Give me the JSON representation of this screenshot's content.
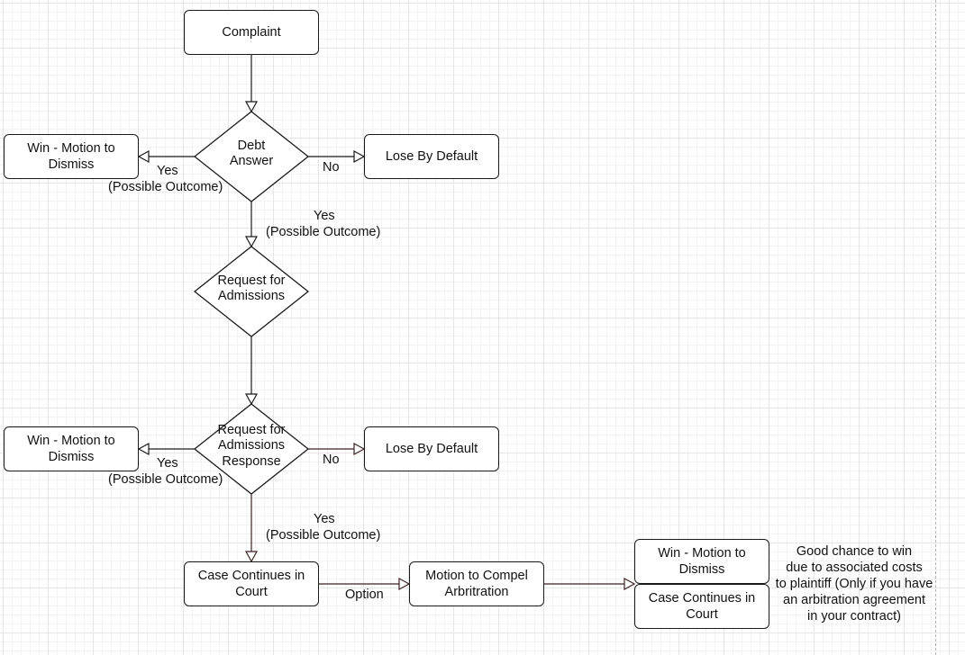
{
  "nodes": {
    "complaint": "Complaint",
    "debt_answer": "Debt\nAnswer",
    "win_dismiss_1": "Win - Motion to Dismiss",
    "lose_default_1": "Lose By Default",
    "request_admissions": "Request for\nAdmissions",
    "request_admissions_response": "Request for\nAdmissions\nResponse",
    "win_dismiss_2": "Win - Motion to Dismiss",
    "lose_default_2": "Lose By Default",
    "case_continues": "Case Continues in Court",
    "motion_compel": "Motion to Compel Arbritration",
    "win_dismiss_3": "Win - Motion to Dismiss",
    "case_continues_2": "Case Continues in Court"
  },
  "labels": {
    "yes_left_1": "Yes",
    "possible_left_1": "(Possible Outcome)",
    "no_right_1": "No",
    "yes_down_1": "Yes",
    "possible_down_1": "(Possible Outcome)",
    "yes_left_2": "Yes",
    "possible_left_2": "(Possible Outcome)",
    "no_right_2": "No",
    "yes_down_2": "Yes",
    "possible_down_2": "(Possible Outcome)",
    "option": "Option"
  },
  "note": {
    "line1": "Good chance to win",
    "line2": "due to associated costs",
    "line3": "to plaintiff (Only if you have",
    "line4": "an arbitration agreement",
    "line5": "in your contract)"
  },
  "colors": {
    "stroke": "#1a1a1a",
    "connector_dark": "#3d2222",
    "grid": "#e6e6e6"
  }
}
